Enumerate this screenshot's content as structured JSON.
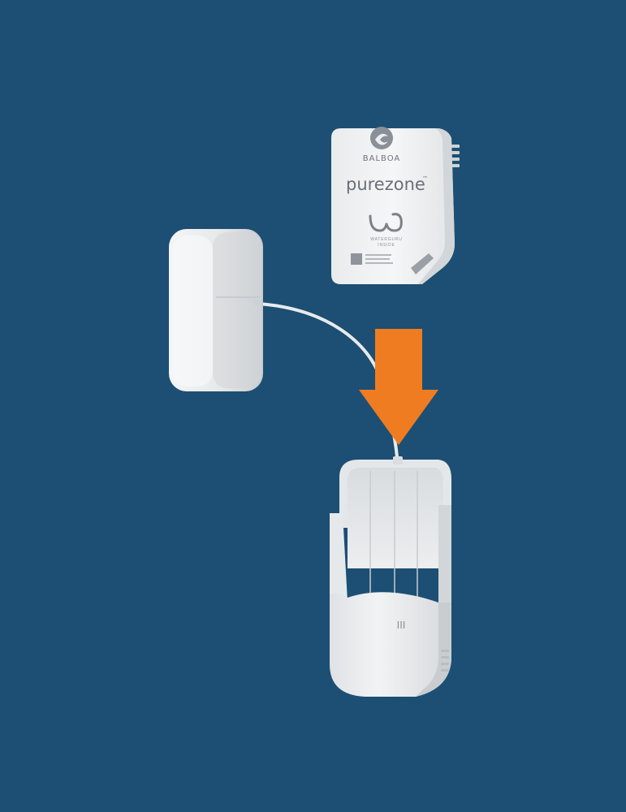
{
  "scene": {
    "background_color": "#1c4f73",
    "arrow_color": "#f07c22",
    "device_color": "#eceef0",
    "device_shadow_color": "#c9ccd0"
  },
  "cartridge": {
    "logo_name": "balboa-logo",
    "brand": "BALBOA",
    "product": "purezone",
    "trademark": "™",
    "badge_name": "waterguru-logo",
    "badge_text_line1": "WATERGURU",
    "badge_text_line2": "INSIDE"
  },
  "sensor": {
    "name": "sensor-pod"
  },
  "holder": {
    "name": "cartridge-holder",
    "vent_marks": "III"
  },
  "arrow": {
    "direction": "down"
  }
}
